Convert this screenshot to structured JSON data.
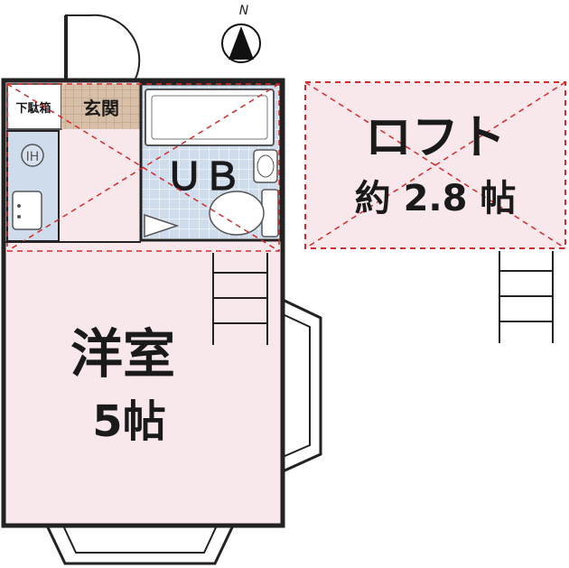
{
  "compass": {
    "label": "N"
  },
  "rooms": {
    "shoe_box": {
      "label": "下駄箱"
    },
    "entrance": {
      "label": "玄関"
    },
    "kitchen_hob": {
      "label": "IH"
    },
    "bath": {
      "label": "ＵＢ"
    },
    "western_room": {
      "label": "洋室",
      "size": "5帖"
    },
    "loft": {
      "label": "ロフト",
      "size": "約 2.8 帖"
    }
  },
  "colors": {
    "wall": "#222222",
    "room_fill": "#f8e8ec",
    "bath_fill": "#cfdcec",
    "entrance_fill": "#d8bfa8",
    "loft_dash": "#d22b2b"
  }
}
